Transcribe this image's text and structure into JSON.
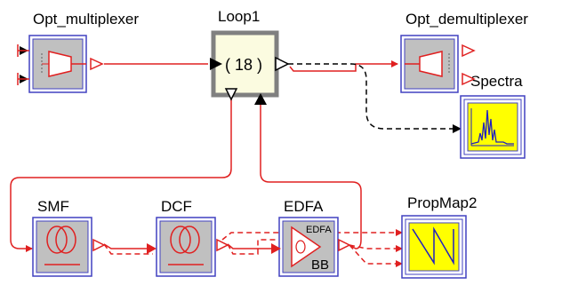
{
  "components": {
    "mux": {
      "label": "Opt_multiplexer"
    },
    "loop": {
      "label": "Loop1",
      "count": "( 18 )"
    },
    "demux": {
      "label": "Opt_demultiplexer"
    },
    "spectra": {
      "label": "Spectra"
    },
    "smf": {
      "label": "SMF"
    },
    "dcf": {
      "label": "DCF"
    },
    "edfa": {
      "label": "EDFA",
      "inner_label": "EDFA",
      "mode": "BB"
    },
    "propmap": {
      "label": "PropMap2"
    }
  },
  "colors": {
    "optical_link": "#e02020",
    "electrical_link": "#000000",
    "block_fill": "#c0c0c0",
    "block_border": "#4040c0",
    "loop_fill": "#fbfbe0",
    "loop_border": "#808080",
    "visualizer_fill": "#ffff00"
  }
}
